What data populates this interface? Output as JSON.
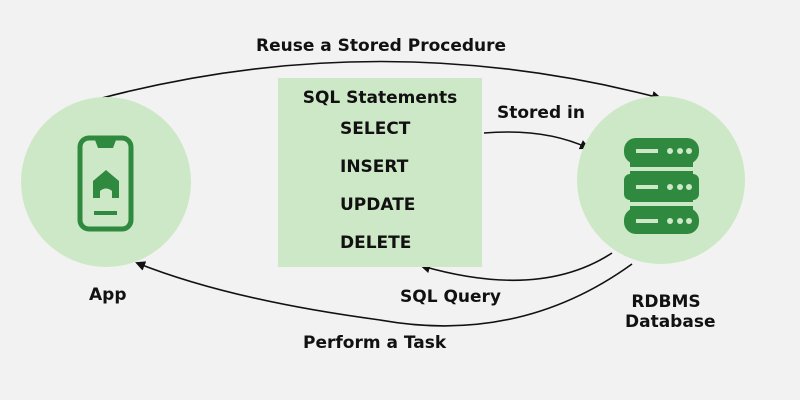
{
  "top_arrow_label": "Reuse a Stored Procedure",
  "statements_panel": {
    "title": "SQL Statements",
    "items": [
      "SELECT",
      "INSERT",
      "UPDATE",
      "DELETE"
    ]
  },
  "stored_in_label": "Stored in",
  "sql_query_label": "SQL Query",
  "perform_task_label": "Perform a Task",
  "app": {
    "label": "App",
    "icon": "smartphone-icon"
  },
  "database": {
    "label_line1": "RDBMS",
    "label_line2": "Database",
    "icon": "database-server-icon"
  },
  "colors": {
    "background": "#f2f2f2",
    "circle_fill": "#cde8c6",
    "icon_green": "#2f8a3f",
    "arrow": "#111111"
  }
}
